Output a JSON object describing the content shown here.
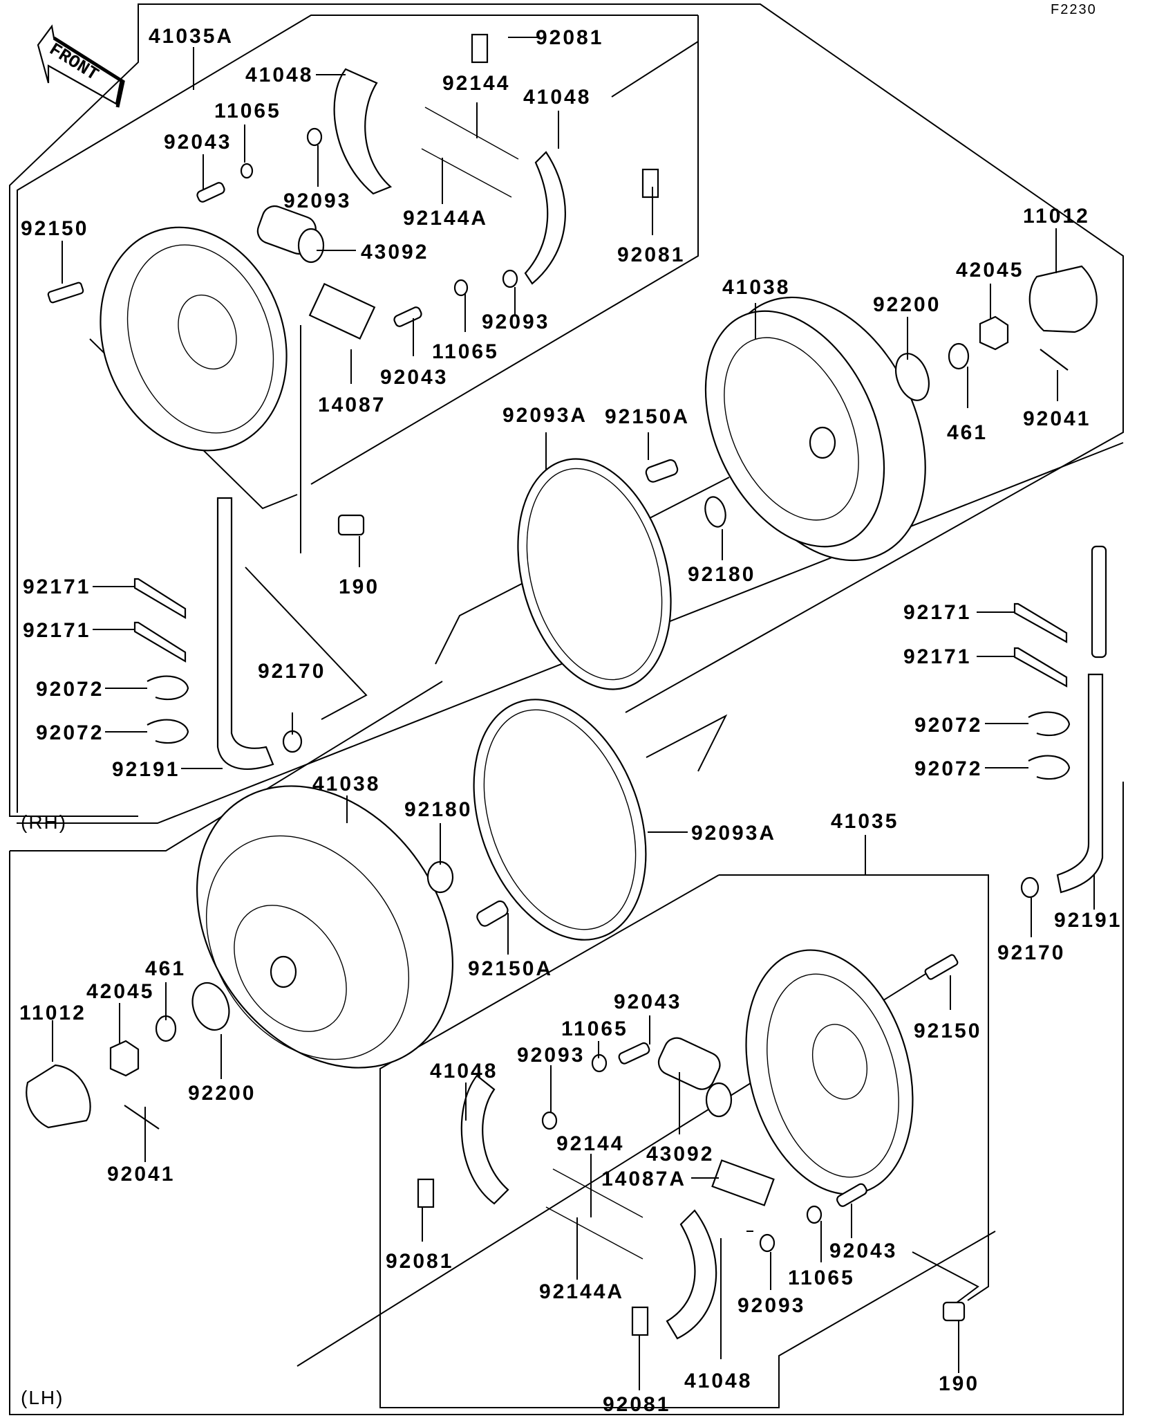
{
  "diagram": {
    "code": "F2230",
    "front_label": "FRONT",
    "sections": {
      "rh": "(RH)",
      "lh": "(LH)"
    }
  },
  "labels": {
    "rh": {
      "p41035A": "41035A",
      "p41048_a": "41048",
      "p41048_b": "41048",
      "p92081_a": "92081",
      "p92081_b": "92081",
      "p92144": "92144",
      "p92144A": "92144A",
      "p11065_a": "11065",
      "p11065_b": "11065",
      "p92043_a": "92043",
      "p92043_b": "92043",
      "p92093_a": "92093",
      "p92093_b": "92093",
      "p92150": "92150",
      "p43092": "43092",
      "p14087": "14087",
      "p41038": "41038",
      "p11012": "11012",
      "p42045": "42045",
      "p92200": "92200",
      "p461": "461",
      "p92041": "92041",
      "p92093A": "92093A",
      "p92150A": "92150A",
      "p92180": "92180",
      "p190": "190",
      "p92171_a": "92171",
      "p92171_b": "92171",
      "p92072_a": "92072",
      "p92072_b": "92072",
      "p92170": "92170",
      "p92191": "92191"
    },
    "lh": {
      "p41038": "41038",
      "p92180": "92180",
      "p92093A": "92093A",
      "p41035": "41035",
      "p92150A": "92150A",
      "p461": "461",
      "p42045": "42045",
      "p11012": "11012",
      "p92200": "92200",
      "p92041": "92041",
      "p92043_a": "92043",
      "p11065_a": "11065",
      "p92093_a": "92093",
      "p41048_a": "41048",
      "p92144": "92144",
      "p43092": "43092",
      "p14087A": "14087A",
      "p92081_a": "92081",
      "p92144A": "92144A",
      "p92043_b": "92043",
      "p11065_b": "11065",
      "p92093_b": "92093",
      "p41048_b": "41048",
      "p92081_b": "92081",
      "p190": "190",
      "p92150": "92150",
      "p92170": "92170",
      "p92191": "92191",
      "p92171_a": "92171",
      "p92171_b": "92171",
      "p92072_a": "92072",
      "p92072_b": "92072"
    }
  }
}
